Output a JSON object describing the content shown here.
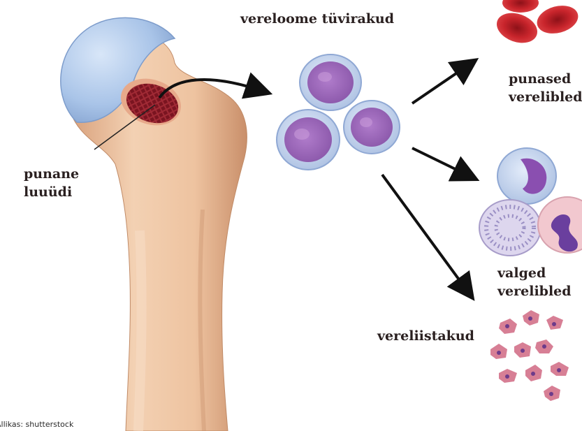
{
  "labels": {
    "bone_marrow": [
      "punane",
      "luuüdi"
    ],
    "stem_cells": "vereloome tüvirakud",
    "red_cells": [
      "punased",
      "verelibled"
    ],
    "white_cells": [
      "valged",
      "verelibled"
    ],
    "platelets": "vereliistakud"
  },
  "credit": "Allikas: shutterstock",
  "colors": {
    "bone": "#ecc09c",
    "cartilage": "#a9c4e8",
    "marrow": "#7a1420",
    "stem_cell_nucleus": "#9a63b5",
    "red_blood_cell": "#c9252c",
    "arrow": "#111111"
  }
}
